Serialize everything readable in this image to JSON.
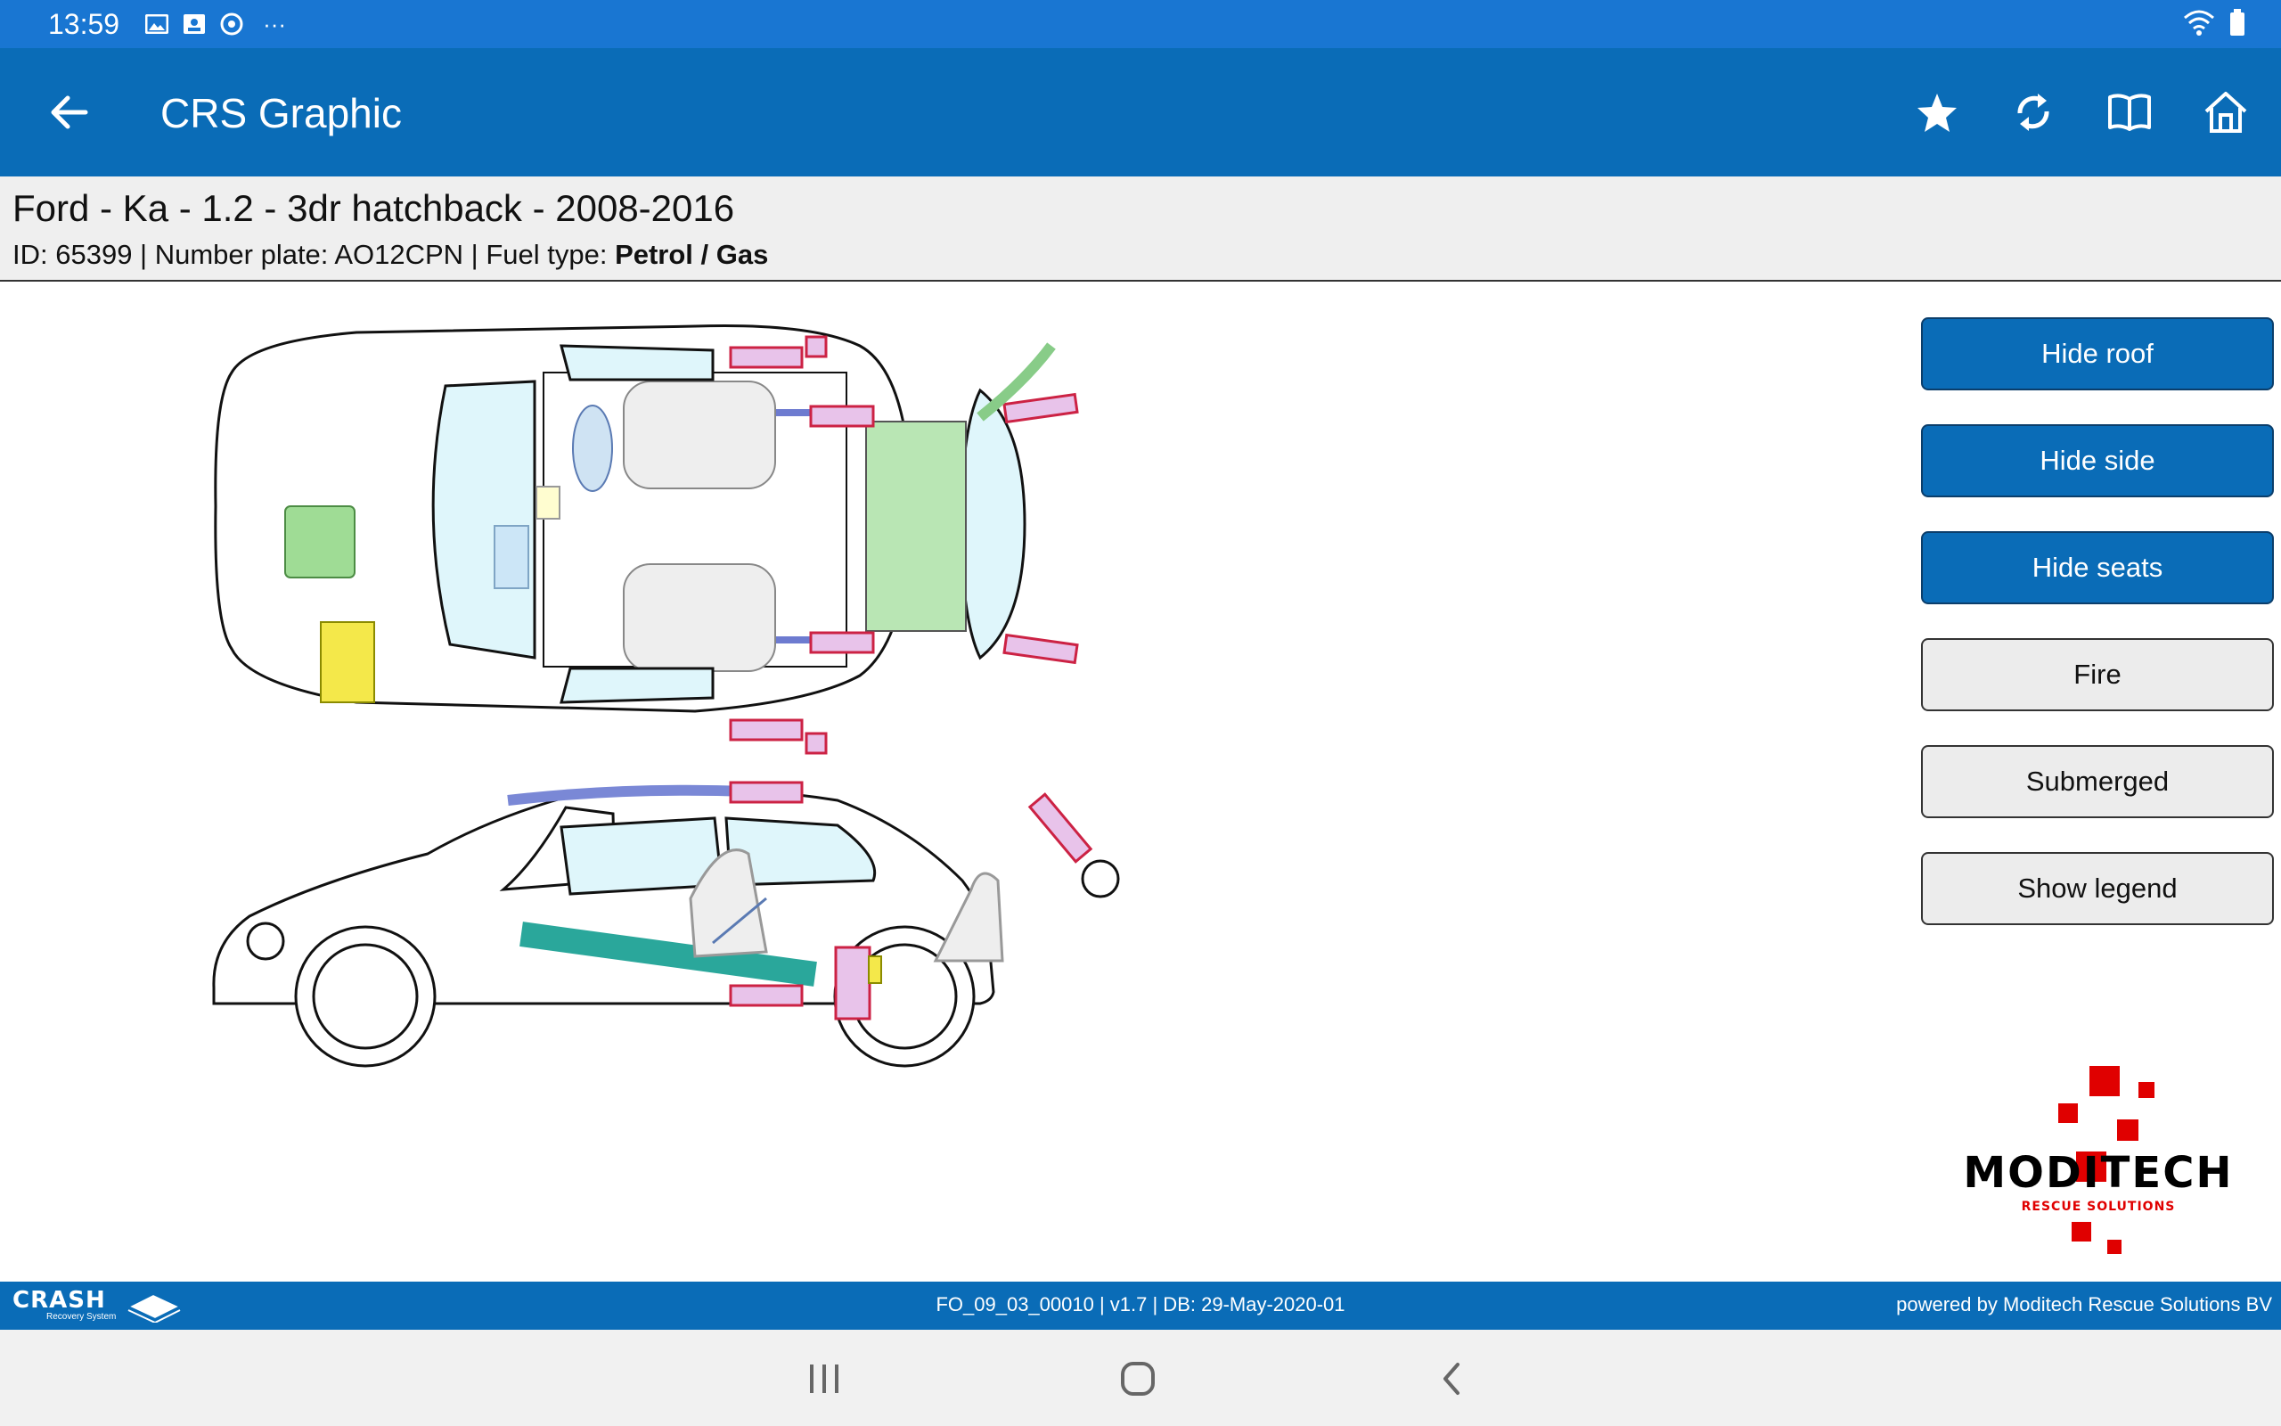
{
  "status_bar": {
    "time": "13:59",
    "overflow": "···",
    "icons": [
      "image-icon",
      "screenshot-icon",
      "chrome-icon",
      "wifi-icon",
      "battery-icon"
    ]
  },
  "app_bar": {
    "title": "CRS Graphic",
    "actions": [
      "star-icon",
      "refresh-icon",
      "book-icon",
      "home-icon"
    ]
  },
  "vehicle": {
    "title": "Ford - Ka - 1.2 - 3dr hatchback - 2008-2016",
    "meta_prefix": "ID: 65399 | Number plate: AO12CPN | Fuel type: ",
    "fuel": "Petrol / Gas"
  },
  "controls": {
    "hide_roof": "Hide roof",
    "hide_side": "Hide side",
    "hide_seats": "Hide seats",
    "fire": "Fire",
    "submerged": "Submerged",
    "show_legend": "Show legend"
  },
  "logo": {
    "brand": "MODITECH",
    "tagline": "RESCUE SOLUTIONS"
  },
  "footer": {
    "app_name": "CRASH",
    "app_sub": "Recovery System",
    "version": "FO_09_03_00010 | v1.7 | DB: 29-May-2020-01",
    "powered": "powered by Moditech Rescue Solutions BV"
  },
  "colors": {
    "status_bar": "#1976d2",
    "app_bar": "#0a6cb7",
    "airbag": "#cc2244",
    "reinforcement": "#2aa79b",
    "battery": "#f4e84a",
    "fuel": "#8bd48b",
    "glass": "#dff6fb"
  }
}
